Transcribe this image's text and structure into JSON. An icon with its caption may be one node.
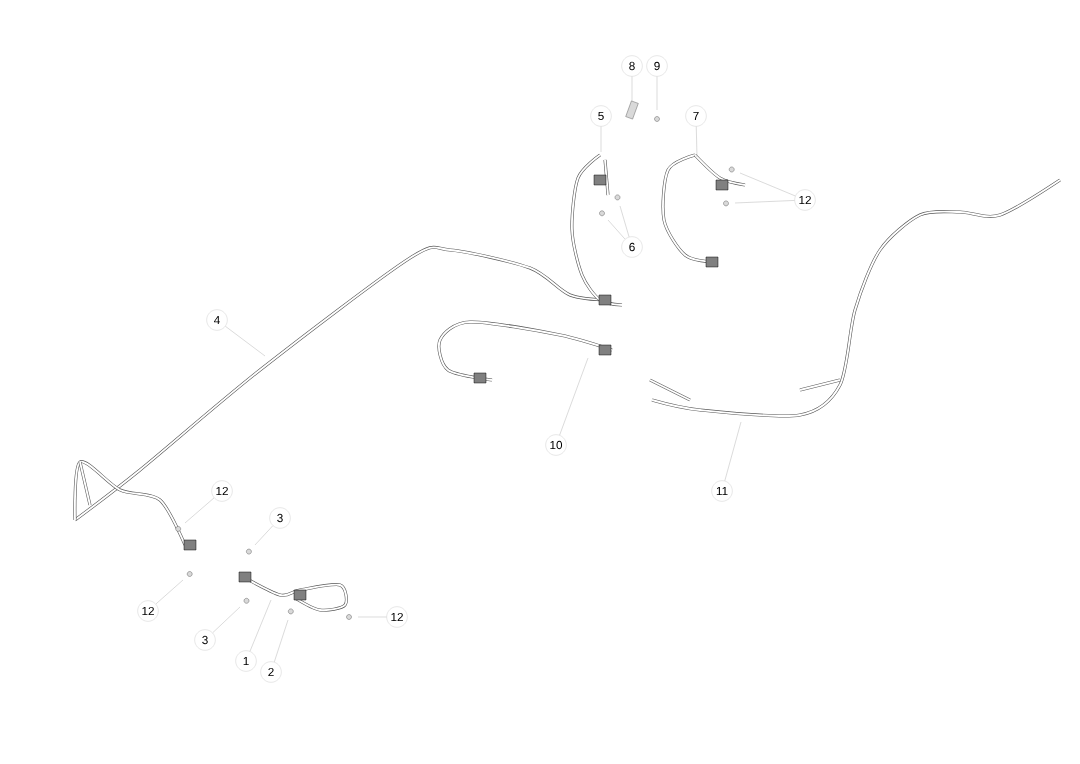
{
  "diagram": {
    "nodes": [
      {
        "text": [
          "8"
        ]
      },
      {
        "text": [
          "9"
        ]
      },
      {
        "text": [
          "5"
        ]
      },
      {
        "text": [
          "7"
        ]
      },
      {
        "text": [
          "12"
        ]
      },
      {
        "text": [
          "6"
        ]
      },
      {
        "text": [
          "4"
        ]
      },
      {
        "text": [
          "10"
        ]
      },
      {
        "text": [
          "11"
        ]
      },
      {
        "text": [
          "12"
        ]
      },
      {
        "text": [
          "3"
        ]
      },
      {
        "text": [
          "12"
        ]
      },
      {
        "text": [
          "12"
        ]
      },
      {
        "text": [
          "3"
        ]
      },
      {
        "text": [
          "1"
        ]
      },
      {
        "text": [
          "2"
        ]
      },
      {
        "text": [],
        "shape": "picture"
      }
    ],
    "edges": [
      {
        "from": 0,
        "to": 16,
        "arrow": "none"
      },
      {
        "from": 1,
        "to": null,
        "arrow": "none"
      },
      {
        "from": 2,
        "to": null,
        "arrow": "none"
      },
      {
        "from": 3,
        "to": null,
        "arrow": "none"
      },
      {
        "from": 4,
        "to": null,
        "arrow": "none"
      },
      {
        "from": 4,
        "to": null,
        "arrow": "none"
      },
      {
        "from": 5,
        "to": null,
        "arrow": "none"
      },
      {
        "from": 5,
        "to": null,
        "arrow": "none"
      },
      {
        "from": 6,
        "to": null,
        "arrow": "none"
      },
      {
        "from": 7,
        "to": null,
        "arrow": "none"
      },
      {
        "from": 8,
        "to": null,
        "arrow": "none"
      },
      {
        "from": 9,
        "to": null,
        "arrow": "none"
      },
      {
        "from": 10,
        "to": null,
        "arrow": "none"
      },
      {
        "from": 11,
        "to": null,
        "arrow": "none"
      },
      {
        "from": 12,
        "to": null,
        "arrow": "none"
      },
      {
        "from": 13,
        "to": null,
        "arrow": "none"
      },
      {
        "from": 14,
        "to": null,
        "arrow": "none"
      },
      {
        "from": 15,
        "to": null,
        "arrow": "none"
      }
    ]
  }
}
